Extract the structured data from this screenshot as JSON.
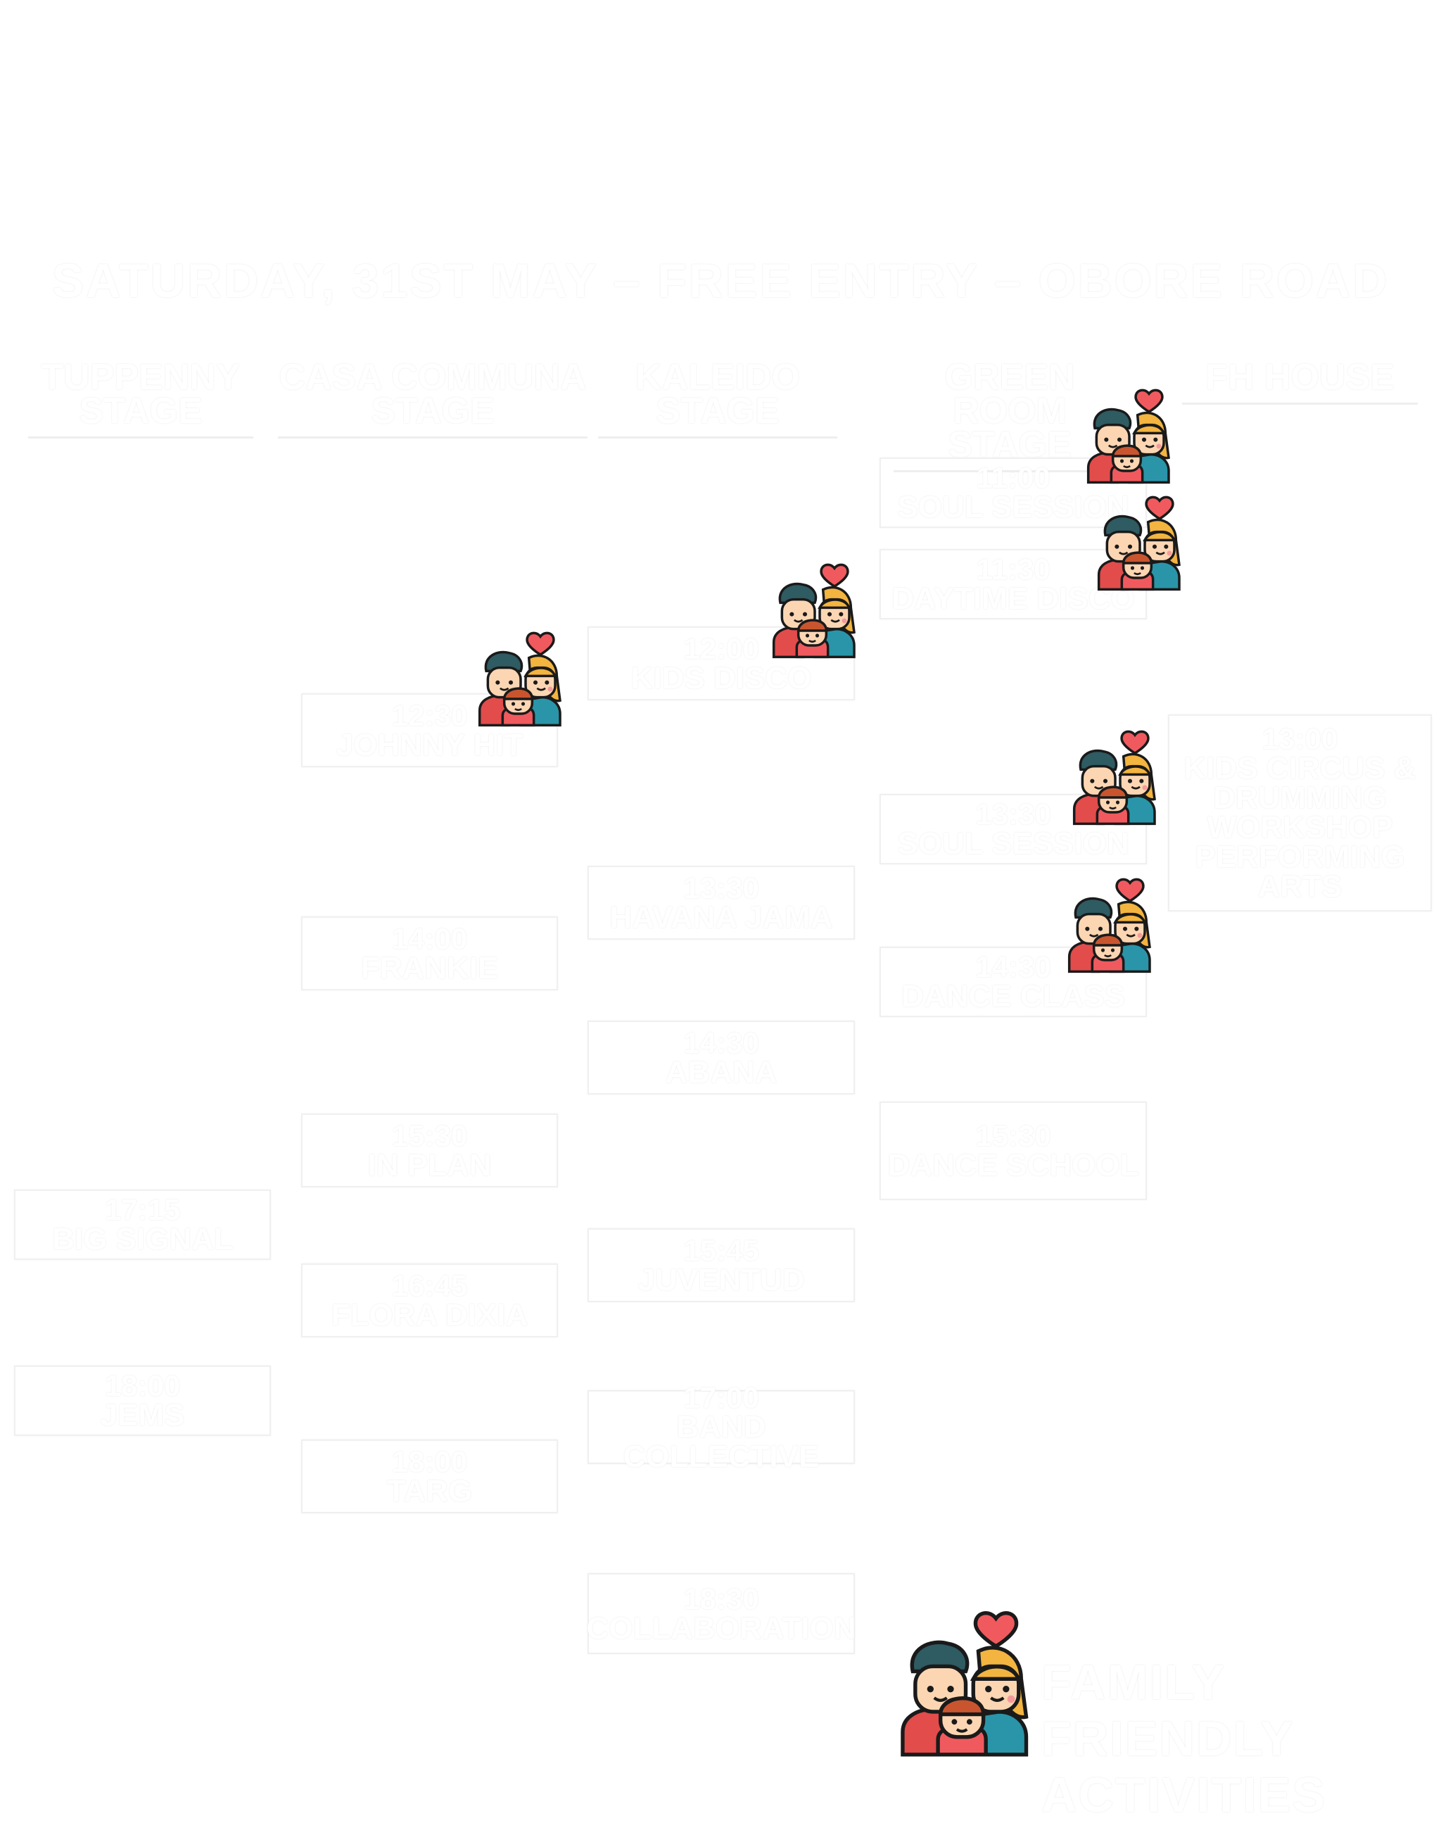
{
  "title": "SATURDAY, 31ST MAY – FREE ENTRY – OBORE ROAD",
  "stages": [
    {
      "key": "tuppenny",
      "label": "TUPPENNY STAGE"
    },
    {
      "key": "casa",
      "label": "CASA COMMUNA STAGE"
    },
    {
      "key": "kaleido",
      "label": "KALEIDO STAGE"
    },
    {
      "key": "green",
      "label": "GREEN ROOM STAGE"
    },
    {
      "key": "fh",
      "label": "FH HOUSE"
    }
  ],
  "slots": {
    "tuppenny": [
      {
        "time": "17:15",
        "act": "BIG SIGNAL"
      },
      {
        "time": "18:00",
        "act": "JEMS"
      }
    ],
    "casa": [
      {
        "time": "12:30",
        "act": "JOHNNY HIT"
      },
      {
        "time": "14:00",
        "act": "FRANKIE"
      },
      {
        "time": "15:30",
        "act": "IN PLAN"
      },
      {
        "time": "16:45",
        "act": "FLORA DIXIA"
      },
      {
        "time": "18:00",
        "act": "TARG"
      }
    ],
    "kaleido": [
      {
        "time": "12:00",
        "act": "KIDS DISCO"
      },
      {
        "time": "13:30",
        "act": "HAVANA JAMA"
      },
      {
        "time": "14:30",
        "act": "ABANA"
      },
      {
        "time": "15:45",
        "act": "JUVENTUD"
      },
      {
        "time": "17:00",
        "act": "BAND COLLECTIVE"
      },
      {
        "time": "18:30",
        "act": "COLLABORATION"
      }
    ],
    "green": [
      {
        "time": "11:00",
        "act": "SOUL SESSION"
      },
      {
        "time": "11:30",
        "act": "DAYTIME DISCO"
      },
      {
        "time": "13:30",
        "act": "SOUL SESSION"
      },
      {
        "time": "14:30",
        "act": "DANCE CLASS"
      },
      {
        "time": "15:30",
        "act": "DANCE SCHOOL"
      }
    ],
    "fh": [
      {
        "time": "13:00",
        "act": "KIDS CIRCUS & DRUMMING WORKSHOP PERFORMING ARTS"
      }
    ]
  },
  "legend": {
    "label": "FAMILY FRIENDLY ACTIVITIES"
  },
  "icons": {
    "family": "family-icon"
  },
  "colors": {
    "background": "#ffffff",
    "text": "#ffffff",
    "hair_dark": "#2f5b62",
    "hair_blonde": "#f3b440",
    "skin": "#fcd6b3",
    "heart": "#f05a5e",
    "shirt_red": "#e24c4b",
    "shirt_teal": "#2a95a8",
    "outline": "#1a1a1a"
  }
}
